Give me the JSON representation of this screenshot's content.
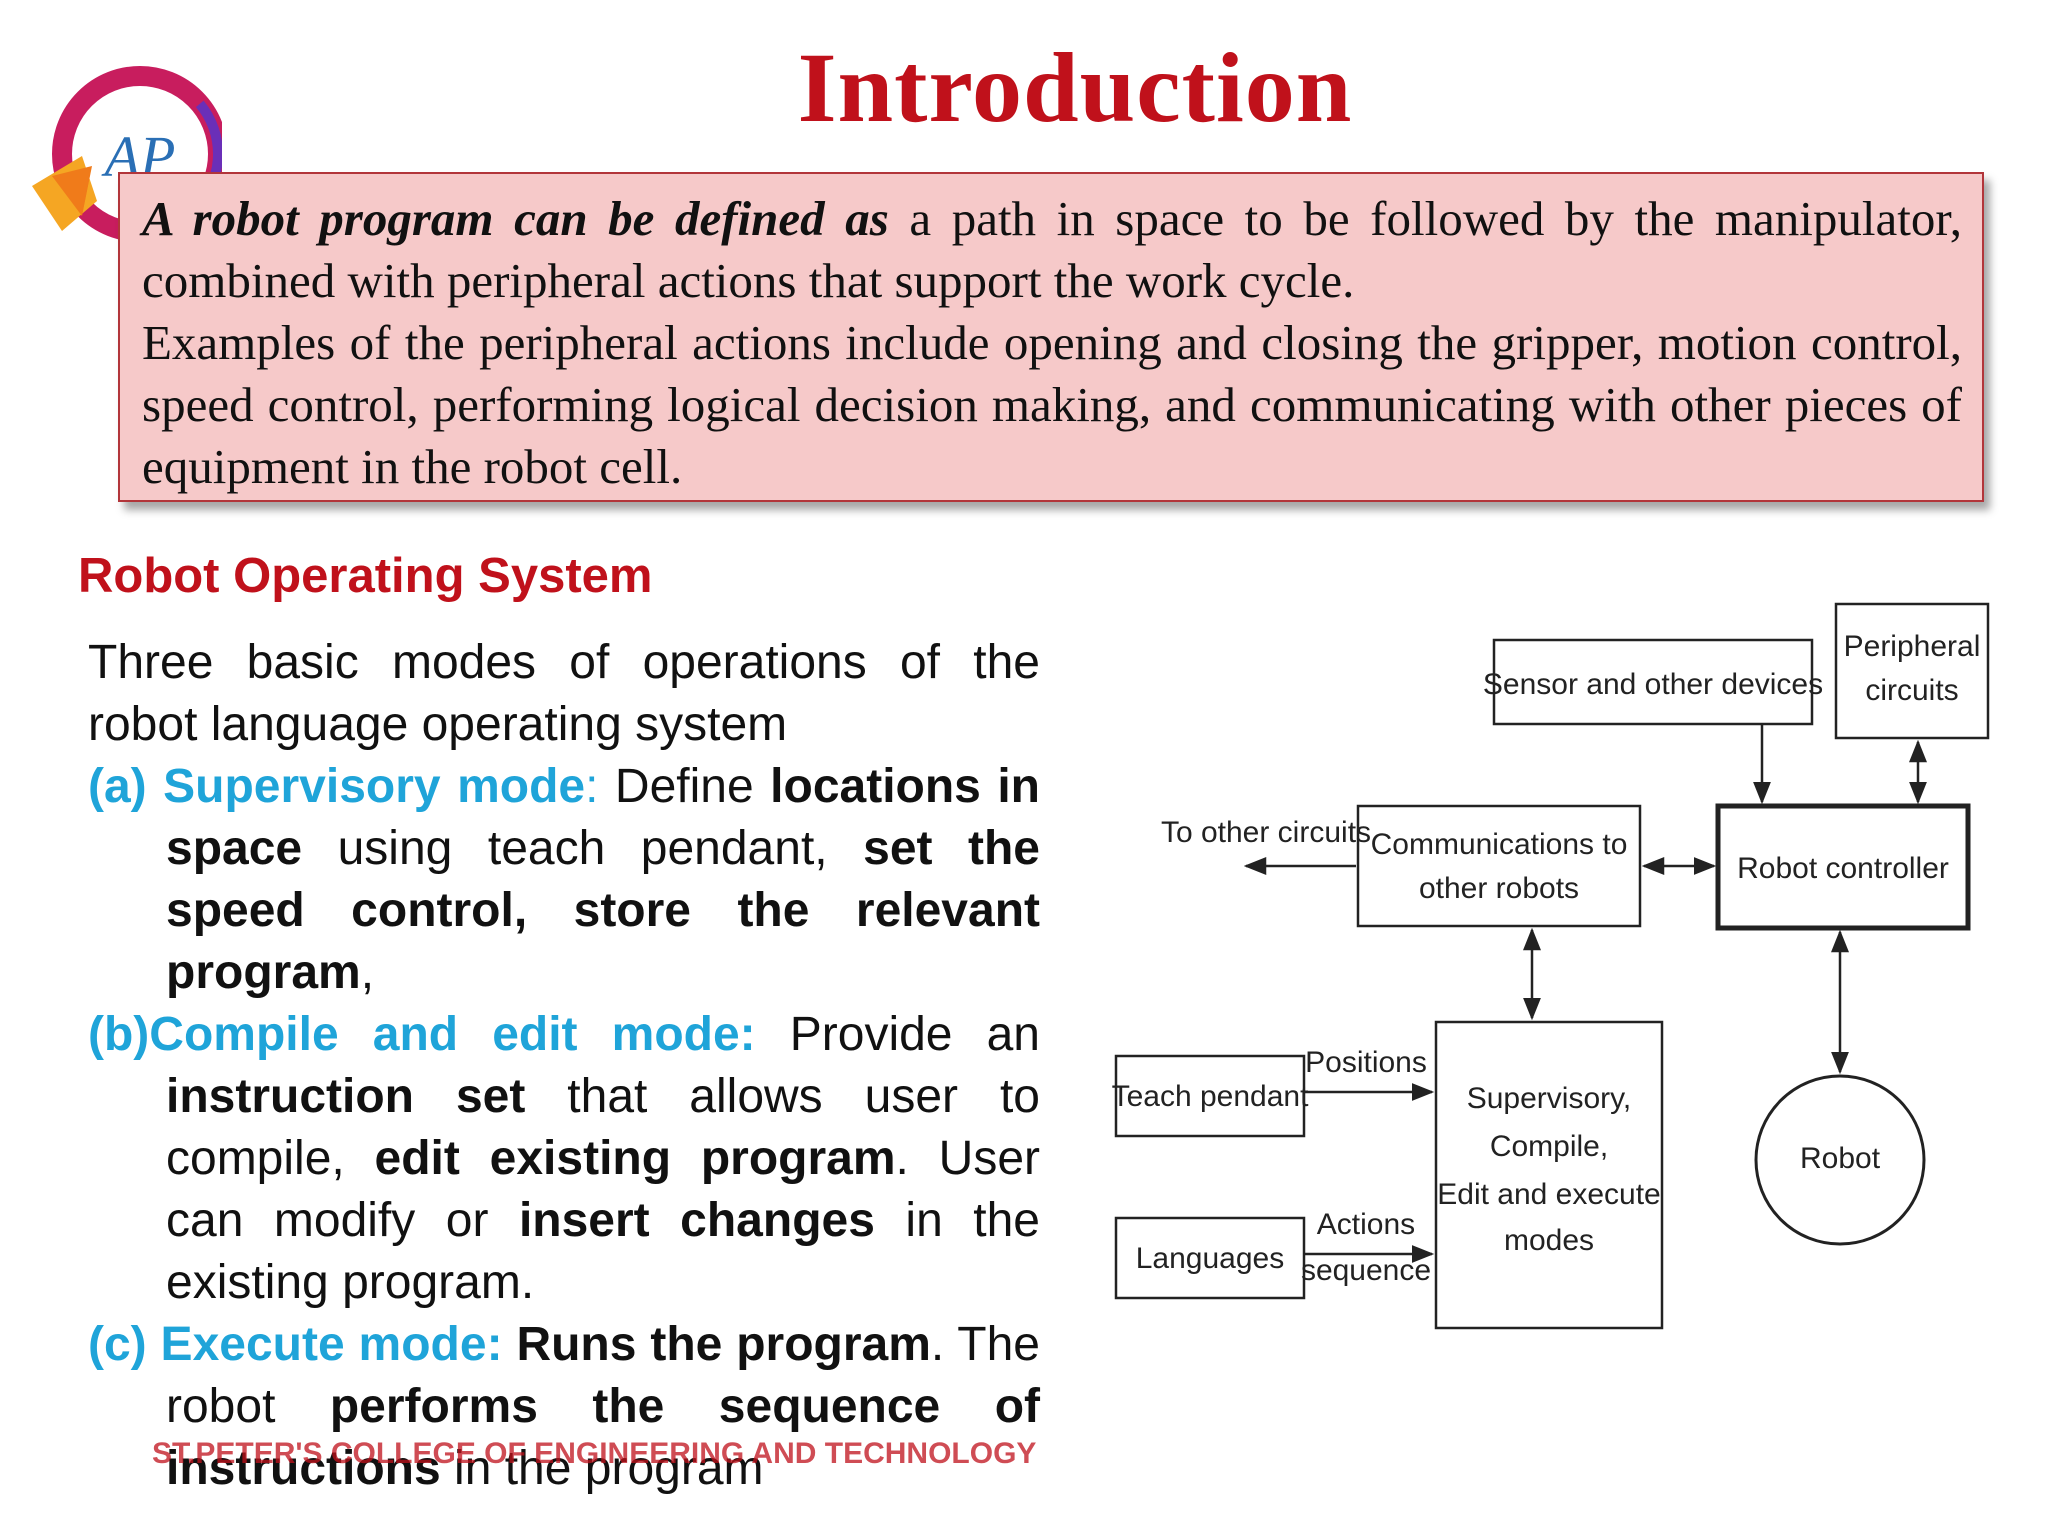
{
  "slide": {
    "title": "Introduction"
  },
  "logo": {
    "letters": "AP"
  },
  "definition": {
    "lead": "A robot program can be defined as",
    "sentence1_rest": " a path in space to be followed by the manipulator, combined with peripheral actions that support the work cycle.",
    "sentence2": "Examples of the peripheral actions include opening and closing the gripper, motion control, speed control, performing logical decision making, and communicating with other pieces of equipment in the robot cell."
  },
  "section": {
    "heading": "Robot Operating System",
    "intro": "Three basic modes of  operations of  the robot language operating system",
    "mode_a": {
      "tag": "(a) Supervisory mode",
      "colon": ":",
      "t1": " Define ",
      "b1": "locations in space",
      "t2": " using teach pendant, ",
      "b2": "set the speed control, store the relevant program",
      "t3": ","
    },
    "mode_b": {
      "tag": "(b)Compile and edit mode:",
      "t1": " Provide an ",
      "b1": "instruction set",
      "t2": " that allows user to compile, ",
      "b2": "edit existing program",
      "t3": ". User can modify or ",
      "b3": "insert changes",
      "t4": " in the existing program."
    },
    "mode_c": {
      "tag": "(c) Execute mode:",
      "t1": " ",
      "b1": "Runs the program",
      "t2": ". The robot ",
      "b2": "performs the sequence of instructions",
      "t3": " in the program"
    }
  },
  "diagram": {
    "sensor": "Sensor and other devices",
    "peripheral_1": "Peripheral",
    "peripheral_2": "circuits",
    "to_other": "To other circuits",
    "comm_1": "Communications to",
    "comm_2": "other robots",
    "controller": "Robot controller",
    "teach": "Teach pendant",
    "positions": "Positions",
    "languages": "Languages",
    "actions_1": "Actions",
    "actions_2": "sequence",
    "modes_1": "Supervisory,",
    "modes_2": "Compile,",
    "modes_3": "Edit and execute",
    "modes_4": "modes",
    "robot": "Robot"
  },
  "footer": {
    "college": "ST.PETER'S COLLEGE OF ENGINEERING AND TECHNOLOGY"
  }
}
